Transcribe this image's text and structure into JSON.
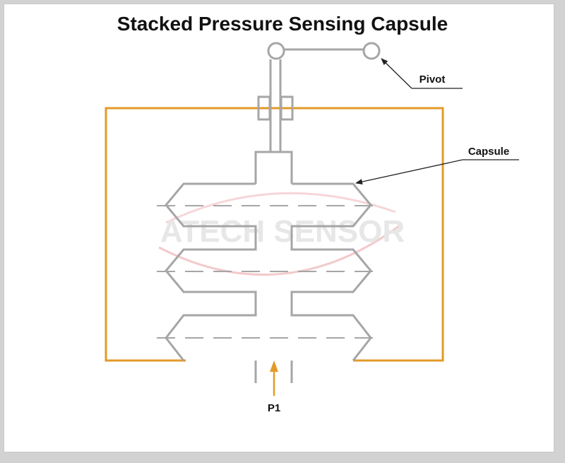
{
  "title": "Stacked Pressure Sensing Capsule",
  "labels": {
    "pivot": "Pivot",
    "capsule": "Capsule",
    "pressure": "P1"
  },
  "watermark": "ATECH SENSOR",
  "colors": {
    "housing": "#e39a28",
    "arrow": "#e39a28",
    "capsule_line": "#a6a6a6",
    "leader_line": "#222222",
    "background": "#d2d2d2",
    "watermark": "#e7e7e7",
    "watermark_arc": "#f3c9cc"
  }
}
